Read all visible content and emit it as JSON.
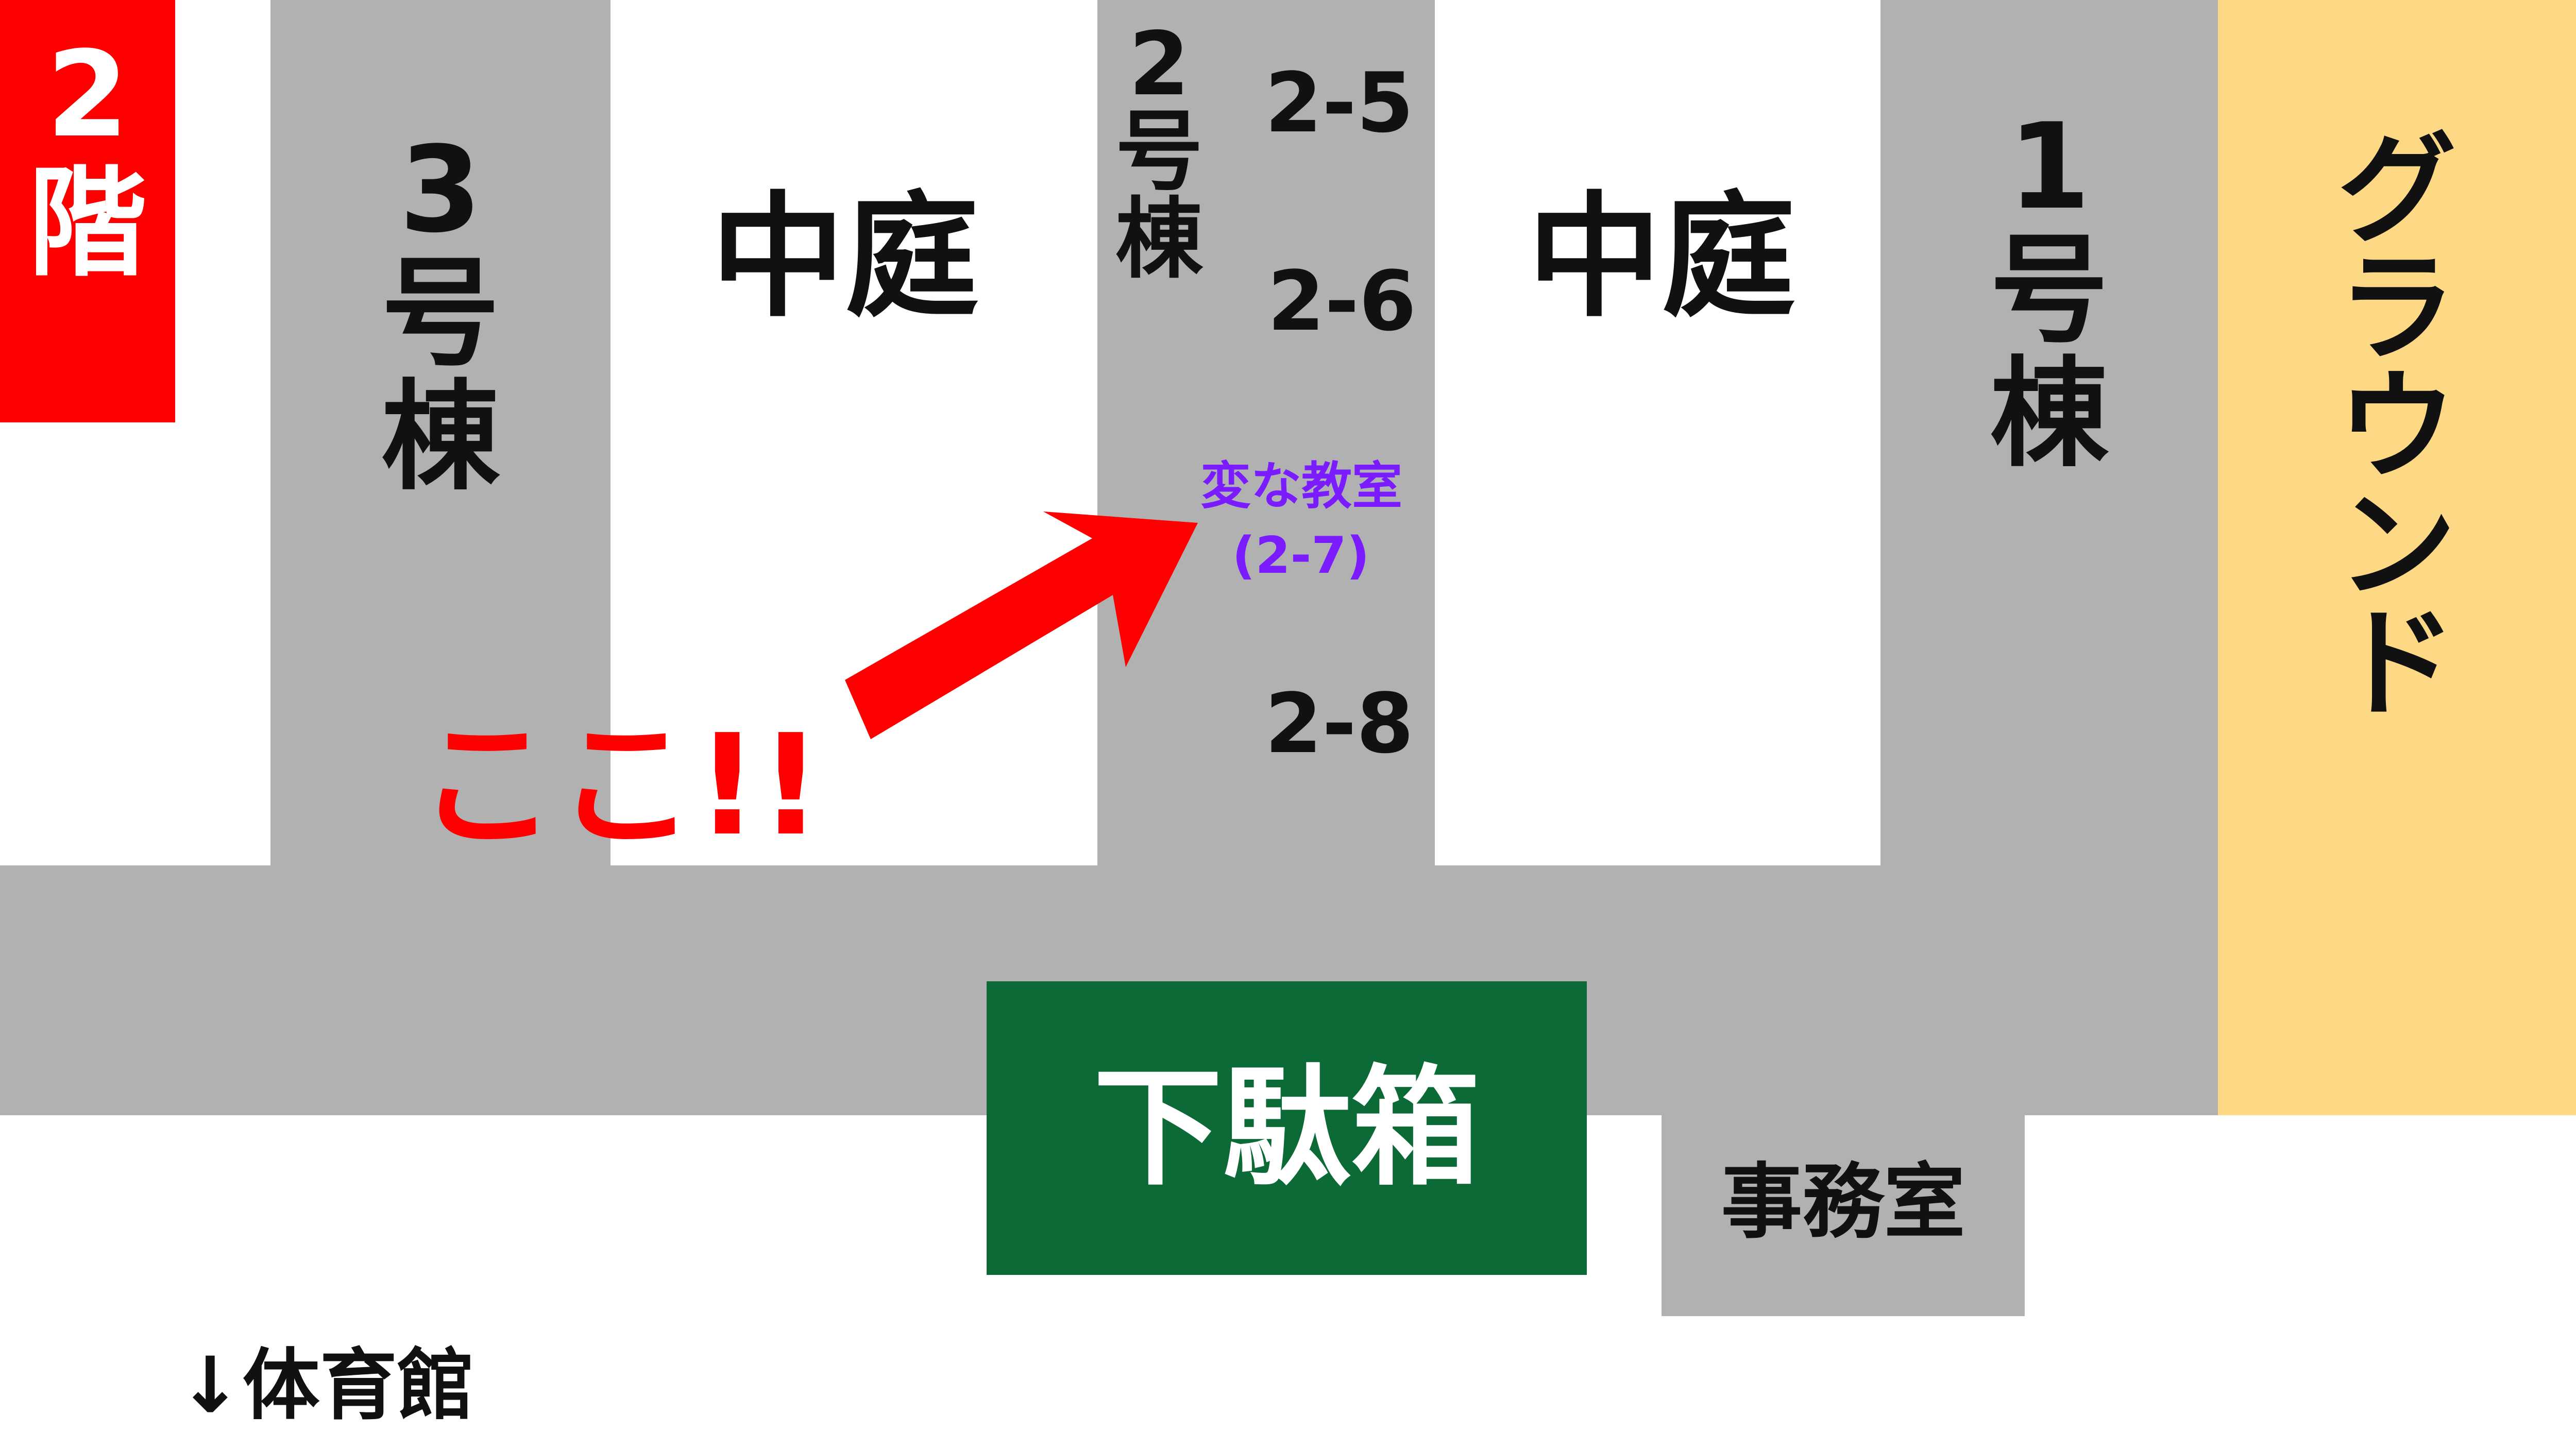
{
  "floor_badge": {
    "number": "2",
    "label": "階"
  },
  "buildings": {
    "building3": [
      "3",
      "号",
      "棟"
    ],
    "building2": [
      "2",
      "号",
      "棟"
    ],
    "building1": [
      "1",
      "号",
      "棟"
    ]
  },
  "courtyards": {
    "left": "中庭",
    "right": "中庭"
  },
  "ground": [
    "グ",
    "ラ",
    "ウ",
    "ン",
    "ド"
  ],
  "rooms": {
    "r25": "2-5",
    "r26": "2-6",
    "r28": "2-8",
    "strange_name": "変な教室",
    "strange_code": "(2-7)"
  },
  "marker": {
    "text": "ここ!!"
  },
  "shoe_lockers": "下駄箱",
  "office": "事務室",
  "gym": "↓体育館",
  "colors": {
    "corridor": "#b1b1b1",
    "floor_badge": "#ff0000",
    "marker": "#ff0000",
    "ground": "#fdd985",
    "shoe_lockers": "#0b6a35",
    "highlight_room": "#7a1cff"
  },
  "icons": {
    "marker_arrow": "red-arrow-icon"
  }
}
